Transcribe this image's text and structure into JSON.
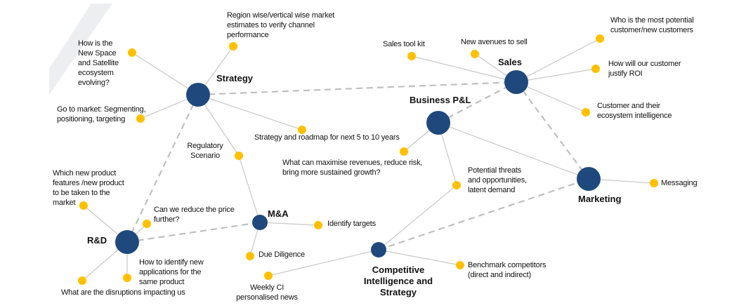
{
  "colors": {
    "hub": "#1f497d",
    "leaf": "#ffc000",
    "solid_line": "#c8c8c8",
    "dashed_line": "#bfbfbf",
    "decor_stripe": "#e8eaee"
  },
  "hubs": [
    {
      "id": "strategy",
      "label": "Strategy"
    },
    {
      "id": "sales",
      "label": "Sales"
    },
    {
      "id": "business_pl",
      "label": "Business P&L"
    },
    {
      "id": "marketing",
      "label": "Marketing"
    },
    {
      "id": "ma",
      "label": "M&A"
    },
    {
      "id": "rd",
      "label": "R&D"
    },
    {
      "id": "ci",
      "label": "Competitive\nIntelligence and\nStrategy"
    }
  ],
  "leaves": [
    {
      "id": "l_newspace",
      "hub": "strategy",
      "label": "How is the\nNew Space\nand Satellite\necosystem\nevolving?"
    },
    {
      "id": "l_region",
      "hub": "strategy",
      "label": "Region wise/vertical wise market\nestimates to verify channel\nperformance"
    },
    {
      "id": "l_gotomarket",
      "hub": "strategy",
      "label": "Go to market: Segmenting,\npositioning, targeting"
    },
    {
      "id": "l_roadmap",
      "hub": "strategy",
      "label": "Strategy and roadmap for next 5 to 10 years"
    },
    {
      "id": "l_regulatory",
      "hub": "strategy",
      "label": "Regulatory\nScenario"
    },
    {
      "id": "l_toolkit",
      "hub": "sales",
      "label": "Sales tool kit"
    },
    {
      "id": "l_avenues",
      "hub": "sales",
      "label": "New avenues to sell"
    },
    {
      "id": "l_potential",
      "hub": "sales",
      "label": "Who is the most potential\ncustomer/new customers"
    },
    {
      "id": "l_roi",
      "hub": "sales",
      "label": "How will our customer\njustify ROI"
    },
    {
      "id": "l_custeco",
      "hub": "sales",
      "label": "Customer and their\necosystem intelligence"
    },
    {
      "id": "l_maximise",
      "hub": "business_pl",
      "label": "What can maximise revenues, reduce risk,\nbring more sustained growth?"
    },
    {
      "id": "l_threats",
      "hub": "business_pl",
      "label": "Potential threats\nand opportunities,\nlatent demand"
    },
    {
      "id": "l_messaging",
      "hub": "marketing",
      "label": "Messaging"
    },
    {
      "id": "l_targets",
      "hub": "ma",
      "label": "Identify targets"
    },
    {
      "id": "l_diligence",
      "hub": "ma",
      "label": "Due Diligence"
    },
    {
      "id": "l_features",
      "hub": "rd",
      "label": "Which new product\nfeatures /new product\nto be taken to the\nmarket"
    },
    {
      "id": "l_price",
      "hub": "rd",
      "label": "Can we reduce the price\nfurther?"
    },
    {
      "id": "l_applications",
      "hub": "rd",
      "label": "How to identify new\napplications for the\nsame product"
    },
    {
      "id": "l_disruptions",
      "hub": "rd",
      "label": "What are the disruptions impacting us"
    },
    {
      "id": "l_weeklyci",
      "hub": "ci",
      "label": "Weekly CI\npersonalised news"
    },
    {
      "id": "l_benchmark",
      "hub": "ci",
      "label": "Benchmark competitors\n(direct and indirect)"
    }
  ],
  "hub_links": [
    {
      "from": "strategy",
      "to": "sales",
      "style": "dashed"
    },
    {
      "from": "strategy",
      "to": "rd",
      "style": "dashed"
    },
    {
      "from": "business_pl",
      "to": "sales",
      "style": "dashed"
    },
    {
      "from": "sales",
      "to": "marketing",
      "style": "dashed"
    },
    {
      "from": "rd",
      "to": "ma",
      "style": "dashed"
    },
    {
      "from": "ci",
      "to": "marketing",
      "style": "dashed"
    },
    {
      "from": "business_pl",
      "to": "marketing",
      "style": "solid"
    },
    {
      "from": "l_regulatory",
      "to": "ma",
      "style": "solid"
    },
    {
      "from": "l_threats",
      "to": "ci",
      "style": "solid"
    }
  ]
}
